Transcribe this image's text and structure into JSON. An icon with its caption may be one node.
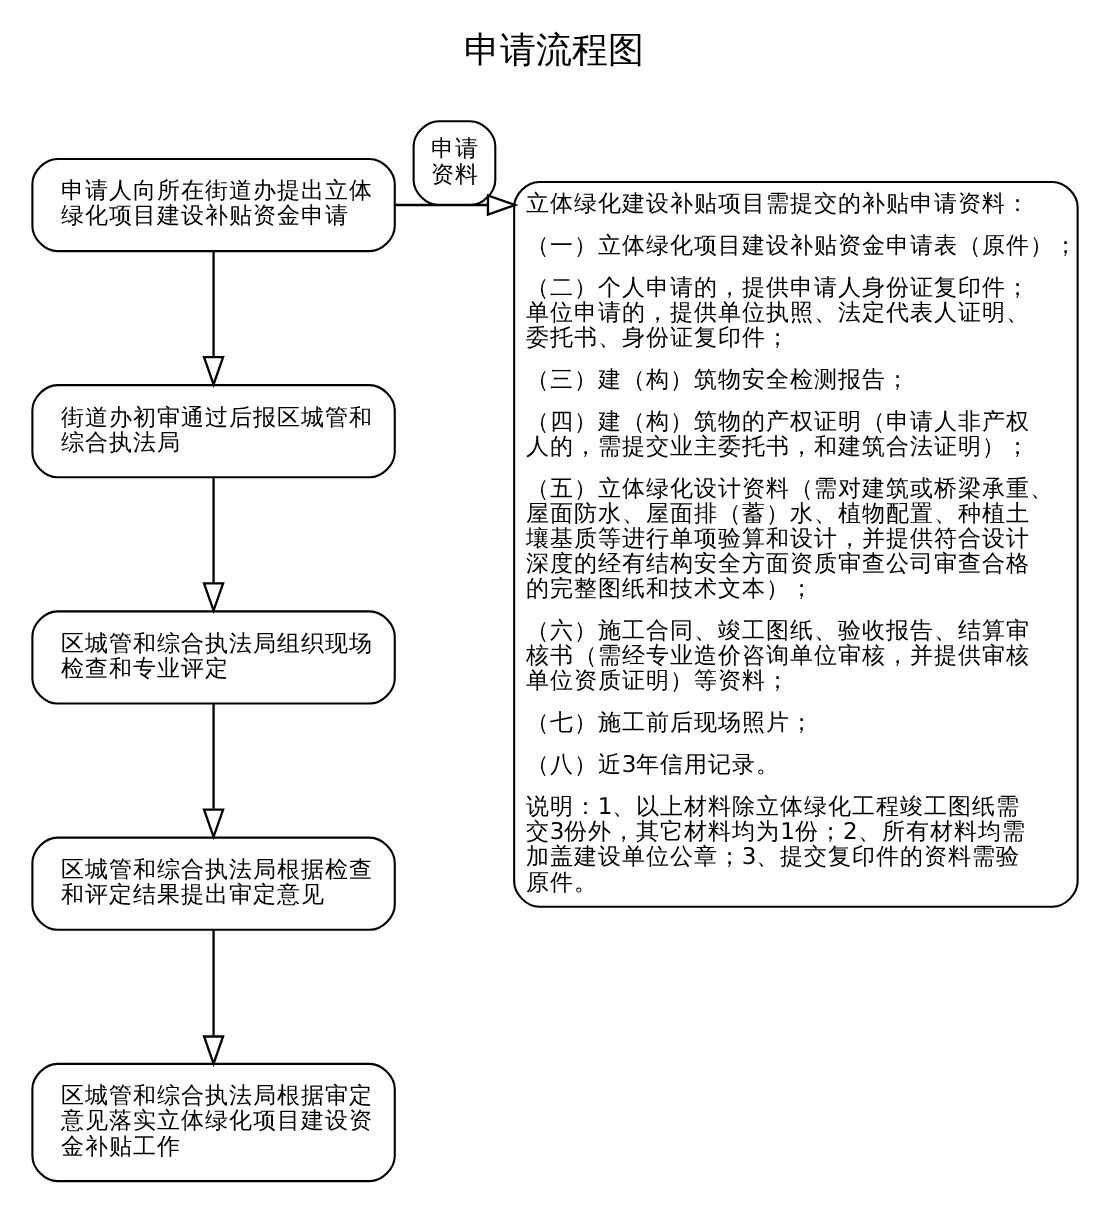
{
  "diagram": {
    "title": "申请流程图",
    "nodes": [
      {
        "text": [
          "申请人向所在街道办提出立体绿化项目建设补贴资金申请"
        ]
      },
      {
        "text": [
          "街道办初审通过后报区城管和综合执法局"
        ]
      },
      {
        "text": [
          "区城管和综合执法局组织现场检查和专业评定"
        ]
      },
      {
        "text": [
          "区城管和综合执法局根据检查和评定结果提出审定意见"
        ]
      },
      {
        "text": [
          "区城管和综合执法局根据审定意见落实立体绿化项目建设资金补贴工作"
        ]
      },
      {
        "text": [
          "立体绿化建设补贴项目需提交的补贴申请资料：",
          "（一）立体绿化项目建设补贴资金申请表（原件）；",
          "（二）个人申请的，提供申请人身份证复印件；单位申请的，提供单位执照、法定代表人证明、委托书、身份证复印件；",
          "（三）建（构）筑物安全检测报告；",
          "（四）建（构）筑物的产权证明（申请人非产权人的，需提交业主委托书，和建筑合法证明）；",
          "（五）立体绿化设计资料（需对建筑或桥梁承重、屋面防水、屋面排（蓄）水、植物配置、种植土壤基质等进行单项验算和设计，并提供符合设计深度的经有结构安全方面资质审查公司审查合格的完整图纸和技术文本）；",
          "（六）施工合同、竣工图纸、验收报告、结算审核书（需经专业造价咨询单位审核，并提供审核单位资质证明）等资料；",
          "（七）施工前后现场照片；",
          "（八）近3年信用记录。",
          "说明：1、以上材料除立体绿化工程竣工图纸需交3份外，其它材料均为1份；2、所有材料均需加盖建设单位公章；3、提交复印件的资料需验原件。"
        ]
      }
    ],
    "edges": [
      {
        "from": 0,
        "to": 5,
        "arrow": "to",
        "label": "申请资料"
      },
      {
        "from": 0,
        "to": 1,
        "arrow": "to"
      },
      {
        "from": 1,
        "to": 2,
        "arrow": "to"
      },
      {
        "from": 2,
        "to": 3,
        "arrow": "to"
      },
      {
        "from": 3,
        "to": 4,
        "arrow": "to"
      }
    ]
  }
}
